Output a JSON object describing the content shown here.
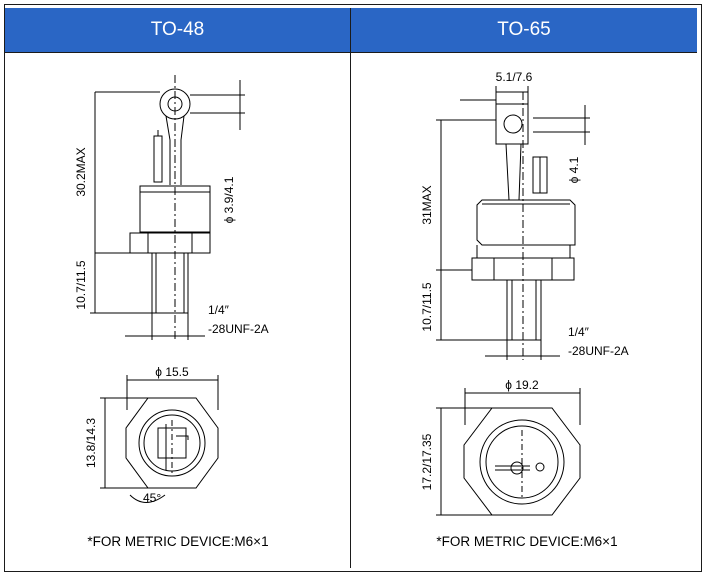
{
  "panels": {
    "left": {
      "title": "TO-48",
      "dims": {
        "height_max": "30.2MAX",
        "stud_length": "10.7/11.5",
        "lead_dia": "ϕ 3.9/4.1",
        "thread_top": "1/4″",
        "thread_bottom": "-28UNF-2A",
        "hex_dia": "ϕ 15.5",
        "hex_flat": "13.8/14.3",
        "angle": "45°"
      },
      "note": "*FOR METRIC  DEVICE:M6×1"
    },
    "right": {
      "title": "TO-65",
      "dims": {
        "terminal_width": "5.1/7.6",
        "height_max": "31MAX",
        "stud_length": "10.7/11.5",
        "lead_dia": "ϕ 4.1",
        "thread_top": "1/4″",
        "thread_bottom": "-28UNF-2A",
        "hex_dia": "ϕ 19.2",
        "hex_flat": "17.2/17.35"
      },
      "note": "*FOR METRIC DEVICE:M6×1"
    }
  },
  "colors": {
    "header_bg": "#2a66c5",
    "header_text": "#ffffff",
    "line": "#000000"
  }
}
